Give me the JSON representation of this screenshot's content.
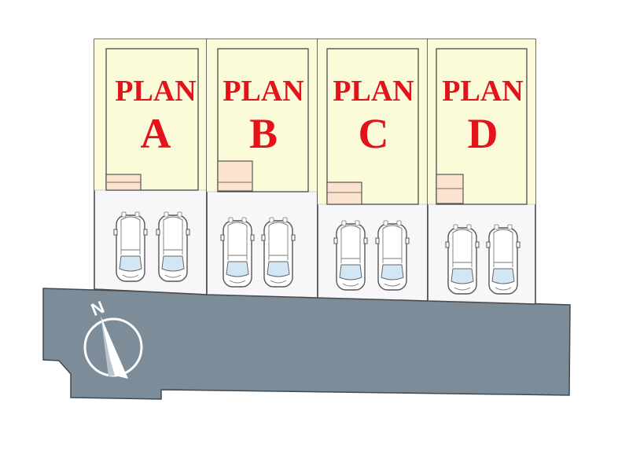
{
  "plots": [
    {
      "id": "a",
      "label_top": "PLAN",
      "label_letter": "A"
    },
    {
      "id": "b",
      "label_top": "PLAN",
      "label_letter": "B"
    },
    {
      "id": "c",
      "label_top": "PLAN",
      "label_letter": "C"
    },
    {
      "id": "d",
      "label_top": "PLAN",
      "label_letter": "D"
    }
  ],
  "compass": {
    "letter": "N"
  },
  "colors": {
    "house_fill": "#fbfbd9",
    "lot_fill": "#f7f7f9",
    "road_fill": "#7c8c99",
    "plan_text": "#e3121b",
    "porch_fill": "#fbe3cf",
    "car_window": "#d3e6f4"
  }
}
